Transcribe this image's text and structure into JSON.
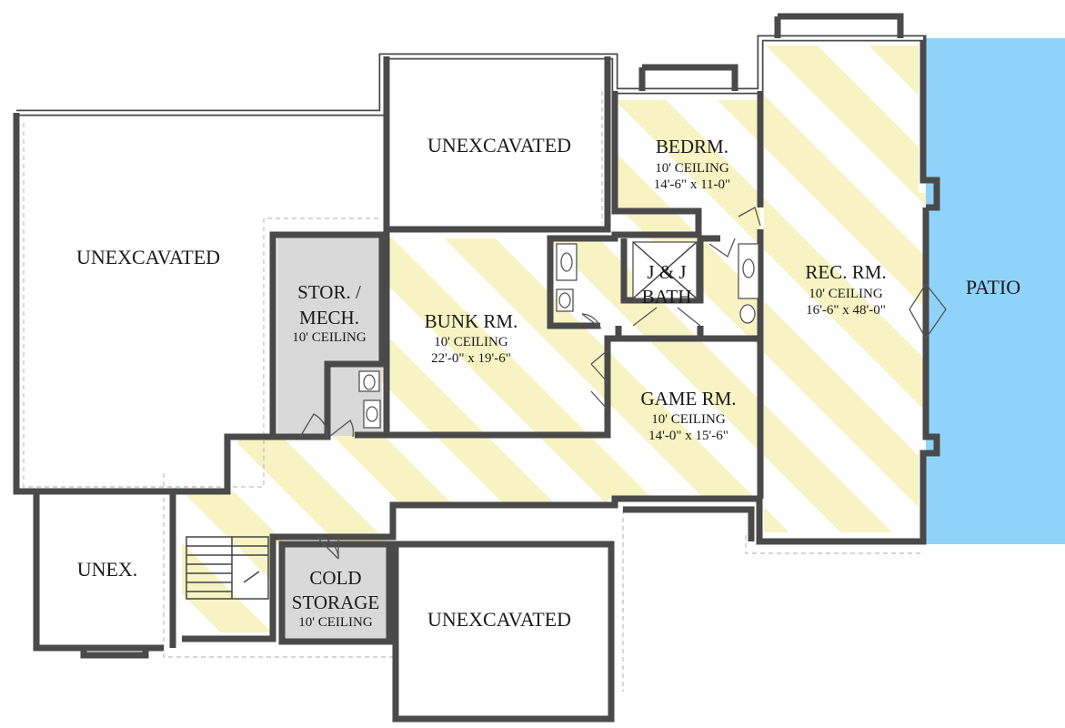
{
  "colors": {
    "hatch_stripe": "#f7f3c2",
    "gray_room": "#d9d9d9",
    "patio": "#8fd3fb",
    "wall": "#4a4a4a"
  },
  "rooms": {
    "unexcavated_left": {
      "name": "UNEXCAVATED"
    },
    "unexcavated_top": {
      "name": "UNEXCAVATED"
    },
    "unexcavated_bottom": {
      "name": "UNEXCAVATED"
    },
    "unex": {
      "name": "UNEX."
    },
    "stor_mech": {
      "name_line1": "STOR. /",
      "name_line2": "MECH.",
      "ceiling": "10' CEILING"
    },
    "bunk": {
      "name": "BUNK RM.",
      "ceiling": "10' CEILING",
      "size": "22'-0\" x 19'-6\""
    },
    "bedroom": {
      "name": "BEDRM.",
      "ceiling": "10' CEILING",
      "size": "14'-6\" x 11-0\""
    },
    "jj_bath": {
      "name_line1": "J & J",
      "name_line2": "BATH"
    },
    "rec": {
      "name": "REC. RM.",
      "ceiling": "10' CEILING",
      "size": "16'-6\" x 48'-0\""
    },
    "game": {
      "name": "GAME RM.",
      "ceiling": "10' CEILING",
      "size": "14'-0\" x 15'-6\""
    },
    "cold_storage": {
      "name_line1": "COLD",
      "name_line2": "STORAGE",
      "ceiling": "10' CEILING"
    },
    "patio": {
      "name": "PATIO"
    }
  }
}
